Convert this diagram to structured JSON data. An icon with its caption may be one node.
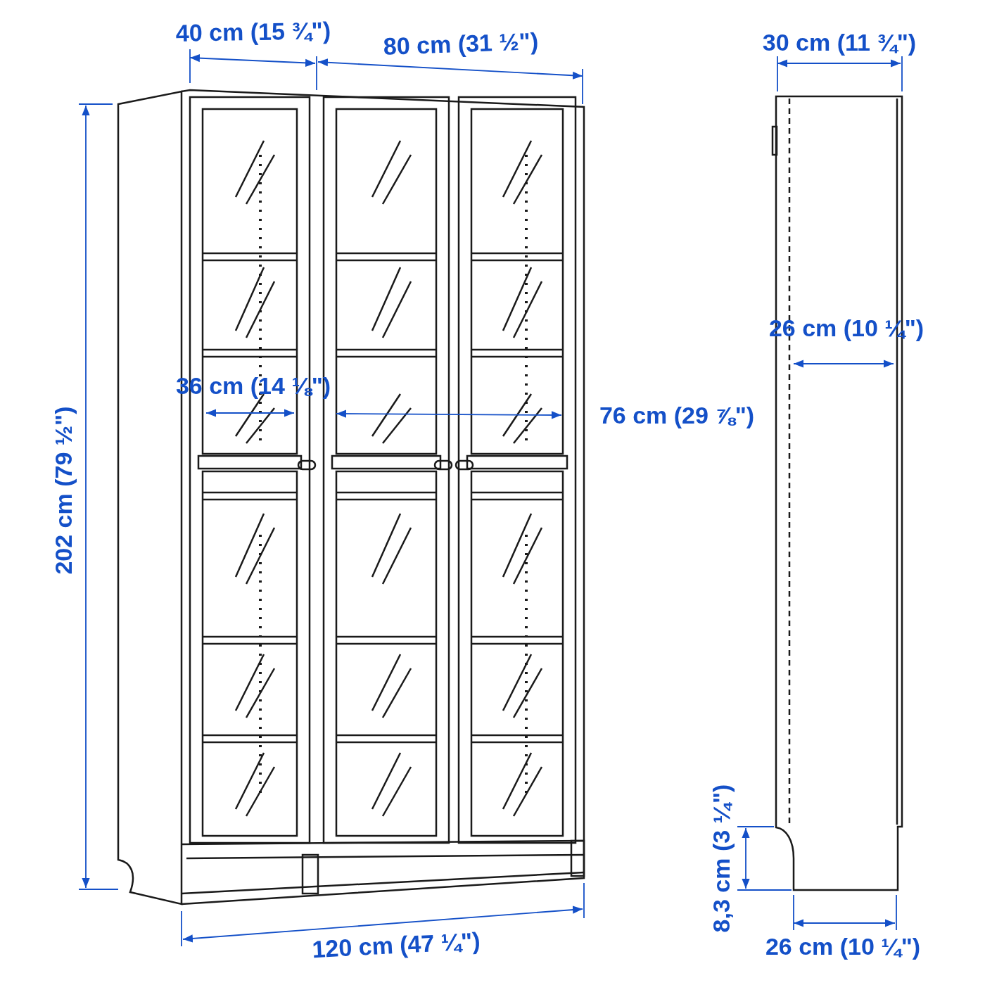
{
  "diagram": {
    "labels": [
      "40 cm (15 ¾\")",
      "80 cm (31 ½\")",
      "30 cm (11 ¾\")",
      "26 cm (10 ¼\")",
      "36 cm (14 ⅛\")",
      "76 cm (29 ⅞\")",
      "202 cm (79 ½\")",
      "8,3 cm (3 ¼\")",
      "120 cm (47 ¼\")",
      "26 cm (10 ¼\")"
    ]
  }
}
